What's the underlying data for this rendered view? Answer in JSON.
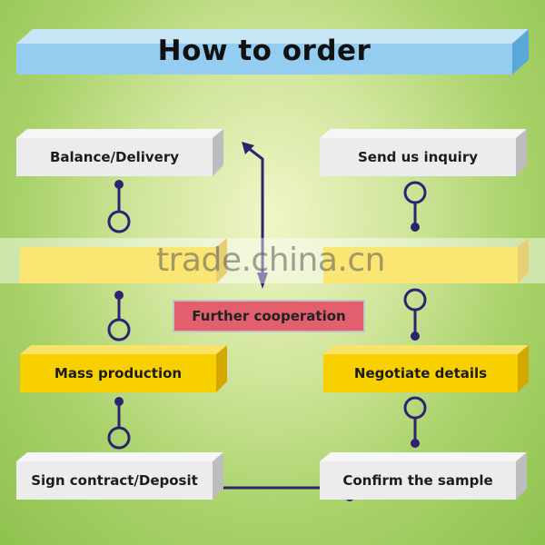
{
  "title": "How to order",
  "watermark": "trade.china.cn",
  "steps": {
    "balance_delivery": "Balance/Delivery",
    "send_inquiry": "Send us inquiry",
    "mass_production": "Mass production",
    "negotiate_details": "Negotiate details",
    "sign_contract": "Sign contract/Deposit",
    "confirm_sample": "Confirm the sample",
    "further_cooperation": "Further cooperation"
  },
  "colors": {
    "title_front": "#94cdf0",
    "gray_box": "#ececec",
    "yellow_box": "#f8d000",
    "pink_box": "#e2606e",
    "connector": "#2c2470"
  }
}
